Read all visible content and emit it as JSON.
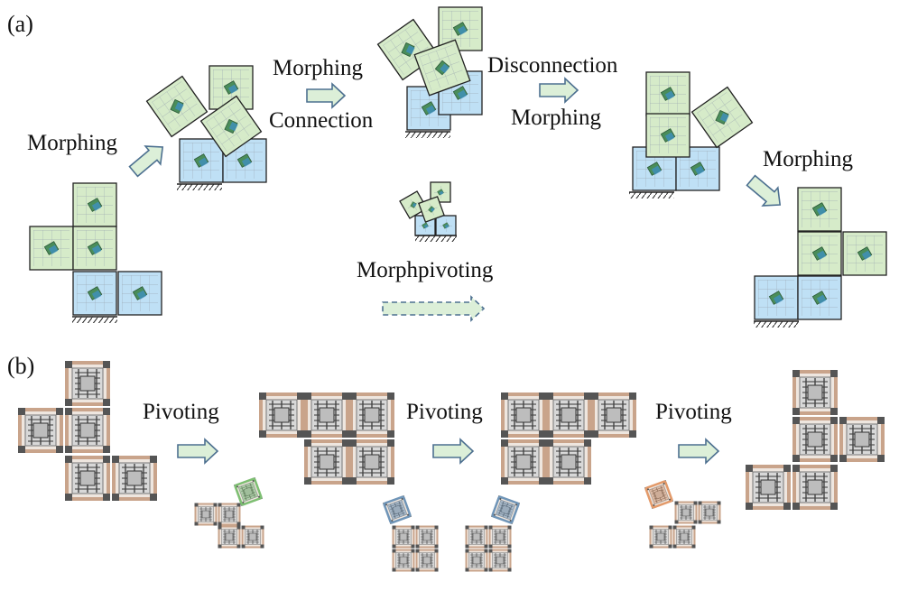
{
  "panels": {
    "a": "(a)",
    "b": "(b)"
  },
  "labels_a": {
    "morphing_1": "Morphing",
    "morphing_2": "Morphing",
    "connection": "Connection",
    "disconnection": "Disconnection",
    "morphing_3": "Morphing",
    "morphing_4": "Morphing",
    "morphpivoting": "Morphpivoting"
  },
  "labels_b": {
    "pivoting_1": "Pivoting",
    "pivoting_2": "Pivoting",
    "pivoting_3": "Pivoting"
  },
  "colors": {
    "green_module": "#d6ebc9",
    "blue_module": "#bfe0f5",
    "arrow_fill": "#dcefd8",
    "arrow_stroke": "#4d7090",
    "robot_frame": "#c9a48b",
    "robot_green": "#7dbf72",
    "robot_blue": "#6f95b8",
    "robot_orange": "#e39a6a"
  }
}
